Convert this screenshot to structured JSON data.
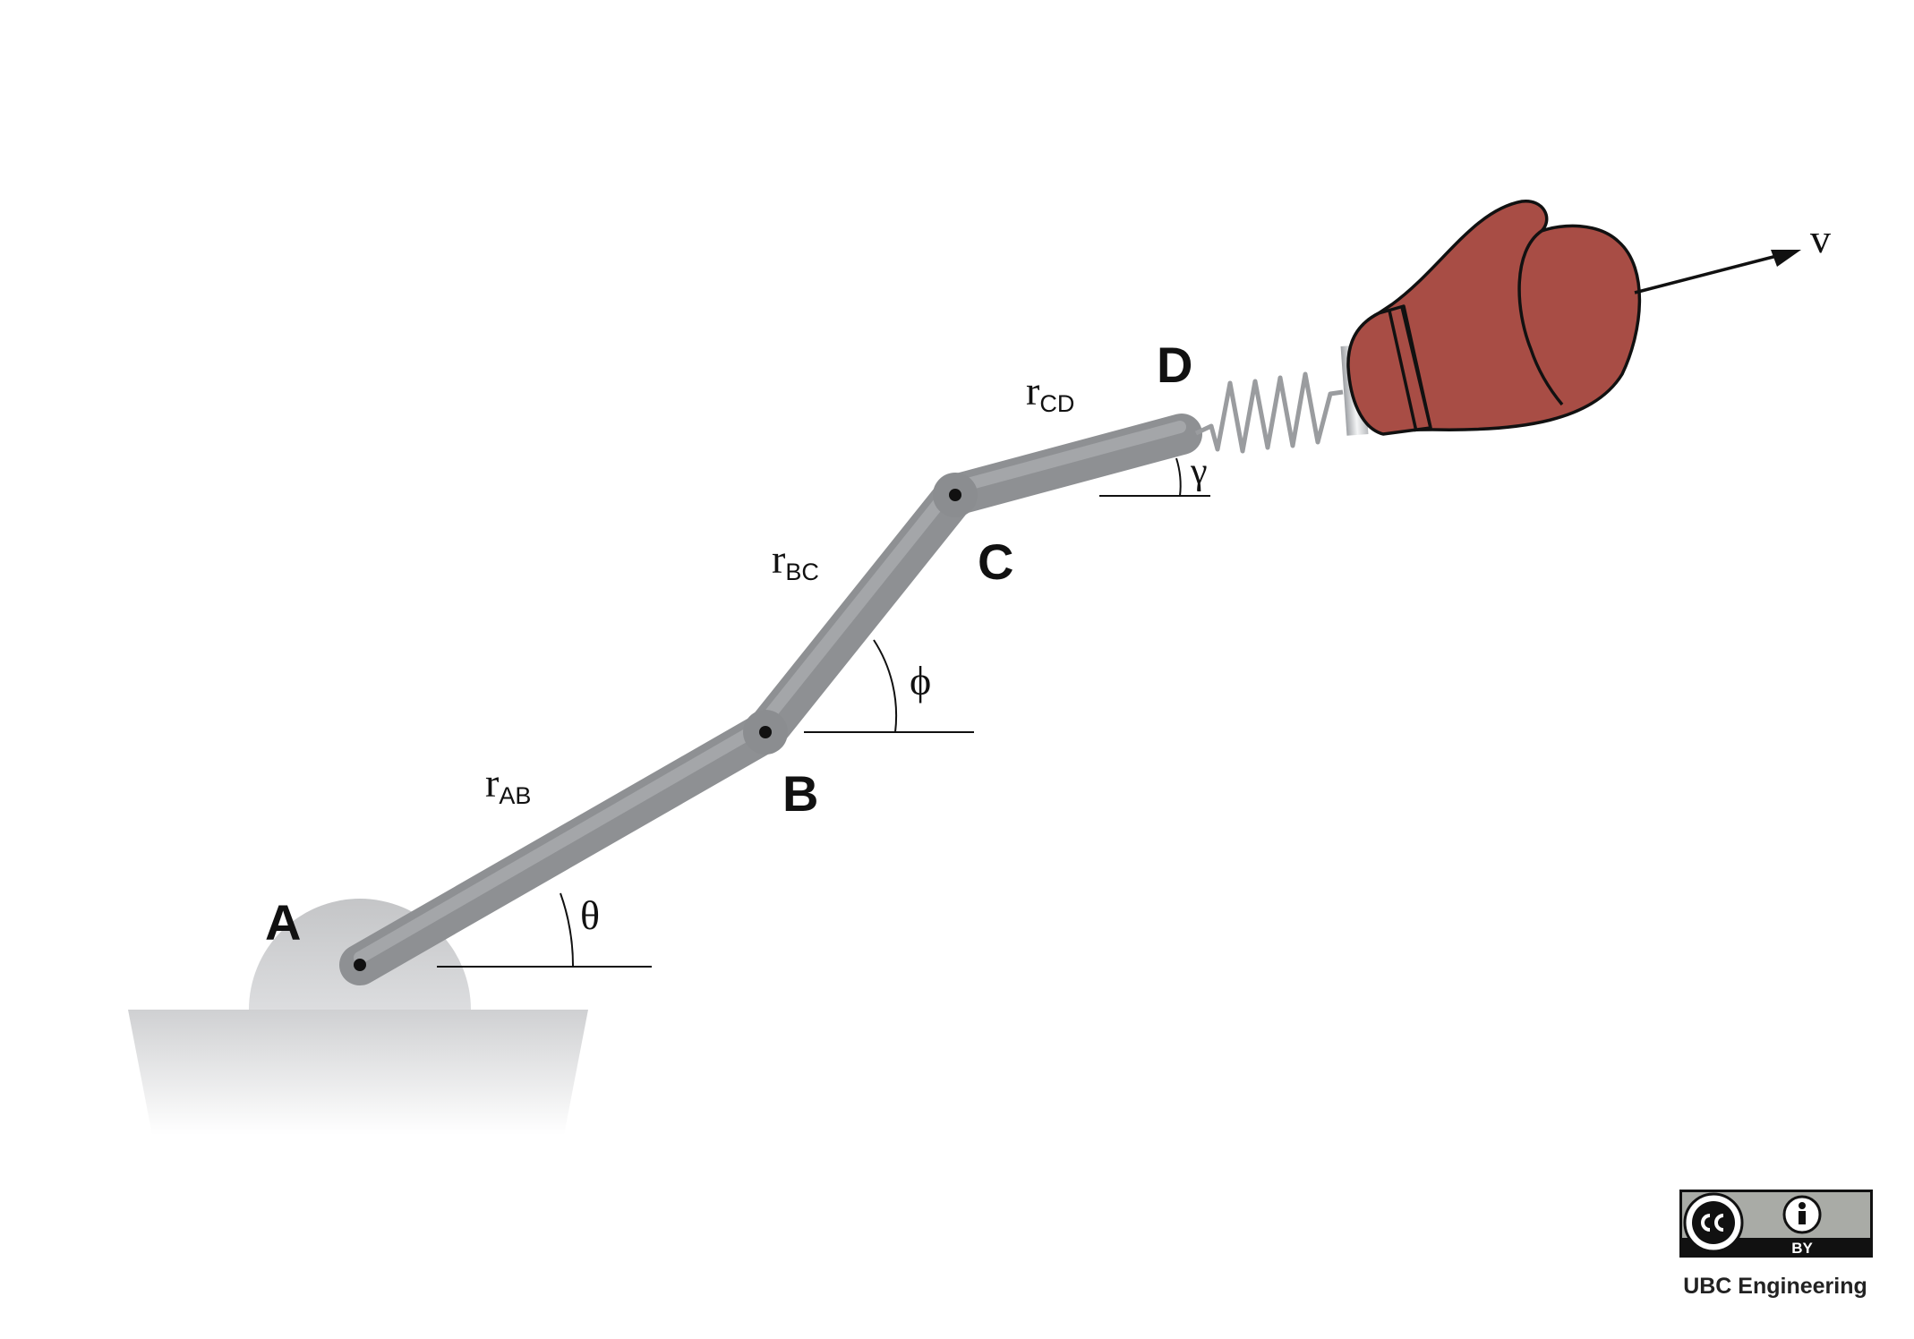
{
  "points": {
    "a": "A",
    "b": "B",
    "c": "C",
    "d": "D"
  },
  "links": {
    "ab": {
      "base": "r",
      "sub": "AB"
    },
    "bc": {
      "base": "r",
      "sub": "BC"
    },
    "cd": {
      "base": "r",
      "sub": "CD"
    }
  },
  "angles": {
    "theta": "θ",
    "phi": "ϕ",
    "gamma": "γ"
  },
  "velocity": "v",
  "license": {
    "by_text": "BY",
    "credit": "UBC Engineering"
  },
  "colors": {
    "link": "#8e9093",
    "glove": "#a84d45",
    "ground": "#d0d1d3",
    "license_bg": "#a9aba6"
  }
}
